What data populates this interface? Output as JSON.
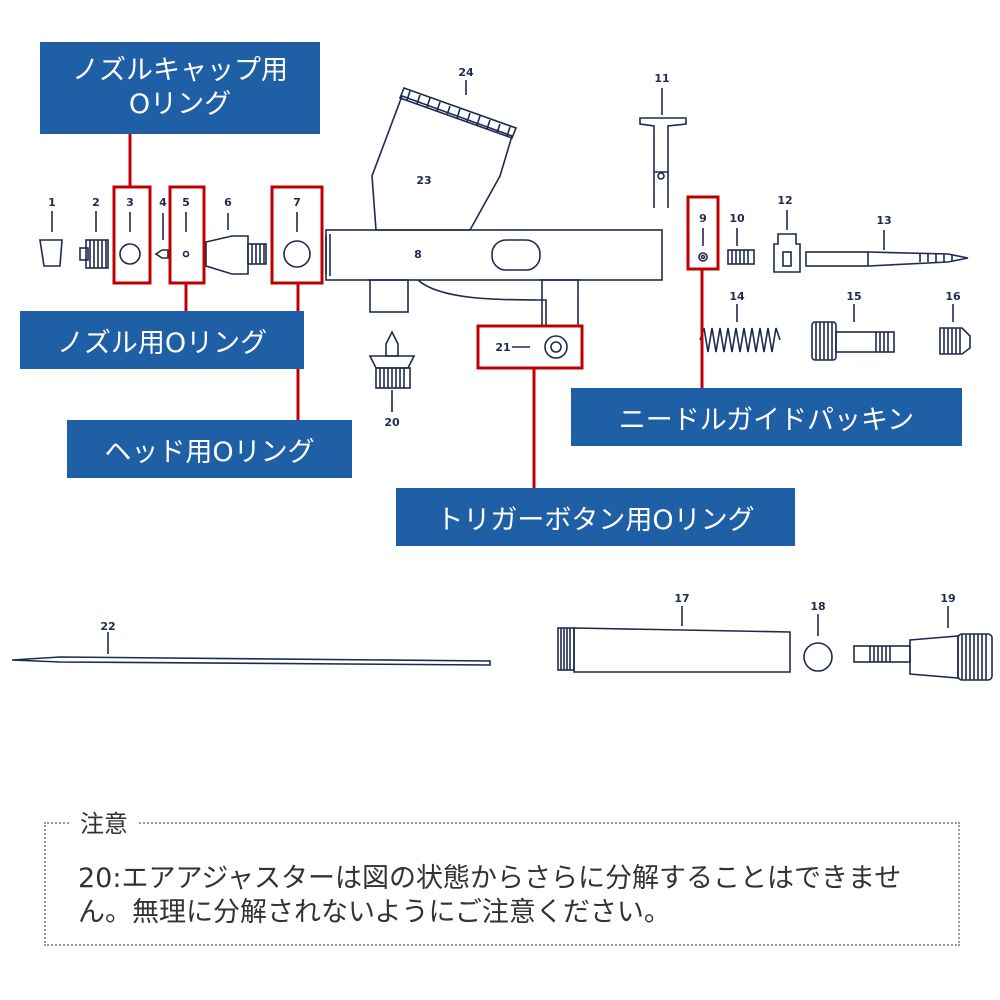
{
  "colors": {
    "callout_bg": "#1f5fa6",
    "callout_text": "#ffffff",
    "highlight": "#c00000",
    "line_art": "#1d2a52"
  },
  "part_numbers": {
    "p1": "1",
    "p2": "2",
    "p3": "3",
    "p4": "4",
    "p5": "5",
    "p6": "6",
    "p7": "7",
    "p8": "8",
    "p9": "9",
    "p10": "10",
    "p11": "11",
    "p12": "12",
    "p13": "13",
    "p14": "14",
    "p15": "15",
    "p16": "16",
    "p17": "17",
    "p18": "18",
    "p19": "19",
    "p20": "20",
    "p21": "21",
    "p22": "22",
    "p23": "23",
    "p24": "24"
  },
  "callouts": {
    "nozzle_cap_oring_line1": "ノズルキャップ用",
    "nozzle_cap_oring_line2": "Oリング",
    "nozzle_oring": "ノズル用Oリング",
    "head_oring": "ヘッド用Oリング",
    "needle_guide_packing": "ニードルガイドパッキン",
    "trigger_button_oring": "トリガーボタン用Oリング"
  },
  "notice": {
    "title": "注意",
    "text": "20:エアアジャスターは図の状態からさらに分解することはできません。無理に分解されないようにご注意ください。"
  }
}
